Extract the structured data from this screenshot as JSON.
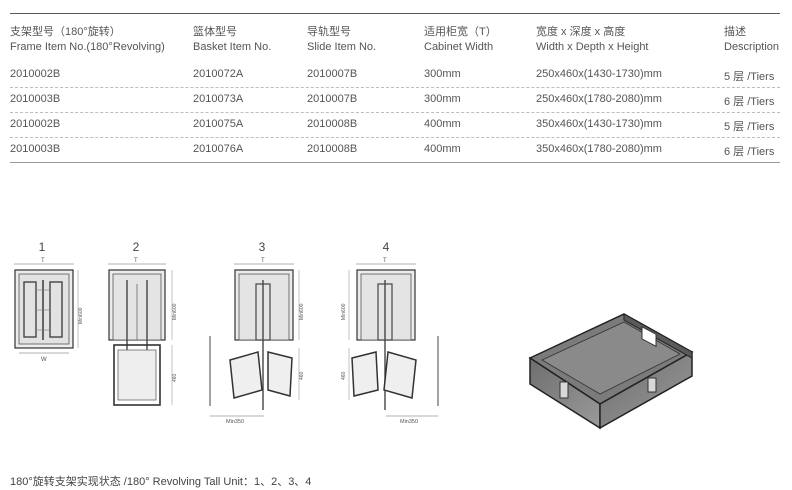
{
  "headers": [
    {
      "cn": "支架型号（180°旋转）",
      "en": "Frame Item No.(180°Revolving)"
    },
    {
      "cn": "篮体型号",
      "en": "Basket Item No."
    },
    {
      "cn": "导轨型号",
      "en": "Slide Item No."
    },
    {
      "cn": "适用柜宽（T）",
      "en": "Cabinet Width"
    },
    {
      "cn": "宽度 x 深度 x 高度",
      "en": "Width x Depth x Height"
    },
    {
      "cn": "描述",
      "en": "Description"
    }
  ],
  "rows": [
    [
      "2010002B",
      "2010072A",
      "2010007B",
      "300mm",
      "250x460x(1430-1730)mm",
      "5 层 /Tiers"
    ],
    [
      "2010003B",
      "2010073A",
      "2010007B",
      "300mm",
      "250x460x(1780-2080)mm",
      "6 层 /Tiers"
    ],
    [
      "2010002B",
      "2010075A",
      "2010008B",
      "400mm",
      "350x460x(1430-1730)mm",
      "5 层 /Tiers"
    ],
    [
      "2010003B",
      "2010076A",
      "2010008B",
      "400mm",
      "350x460x(1780-2080)mm",
      "6 层 /Tiers"
    ]
  ],
  "diagrams": {
    "numbers": [
      "1",
      "2",
      "3",
      "4"
    ],
    "label_t": "T",
    "label_w": "W",
    "label_min600": "Min600",
    "label_460": "460",
    "label_min350": "Min350"
  },
  "caption": "180°旋转支架实现状态 /180° Revolving Tall Unit：1、2、3、4"
}
